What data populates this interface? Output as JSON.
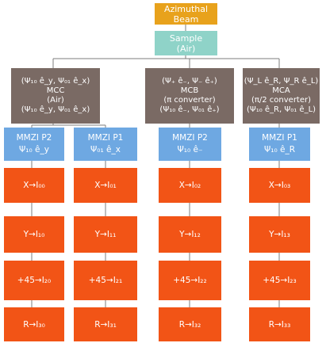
{
  "top": {
    "line1": "Azimuthal",
    "line2": "Beam"
  },
  "sample": {
    "line1": "Sample",
    "line2": "(Air)"
  },
  "converters": [
    {
      "lines": [
        "(Ψ₁₀ ê_y, Ψ₀₁ ê_x)",
        "MCC",
        "(Air)",
        "(Ψ₁₀ ê_y, Ψ₀₁ ê_x)"
      ]
    },
    {
      "lines": [
        "(Ψ₊ ê₋, Ψ₋ ê₊)",
        "MCB",
        "(π converter)",
        "(Ψ₁₀ ê₋, Ψ₀₁ ê₊)"
      ]
    },
    {
      "lines": [
        "(Ψ_L ê_R, Ψ_R ê_L)",
        "MCA",
        "(π/2 converter)",
        "(Ψ₁₀ ê_R, Ψ₀₁ ê_L)"
      ]
    }
  ],
  "mmzi": [
    {
      "title": "MMZI P2",
      "state": "Ψ₁₀ ê_y"
    },
    {
      "title": "MMZI P1",
      "state": "Ψ₀₁ ê_x"
    },
    {
      "title": "MMZI P2",
      "state": "Ψ₁₀ ê₋"
    },
    {
      "title": "MMZI P1",
      "state": "Ψ₁₀ ê_R"
    }
  ],
  "measurements": [
    [
      "X→I₀₀",
      "Y→I₁₀",
      "+45→I₂₀",
      "R→I₃₀"
    ],
    [
      "X→I₀₁",
      "Y→I₁₁",
      "+45→I₂₁",
      "R→I₃₁"
    ],
    [
      "X→I₀₂",
      "Y→I₁₂",
      "+45→I₂₂",
      "R→I₃₂"
    ],
    [
      "X→I₀₃",
      "Y→I₁₃",
      "+45→I₂₃",
      "R→I₃₃"
    ]
  ],
  "colors": {
    "top": "#e8a21c",
    "sample": "#8fd3c8",
    "converter": "#7a6a64",
    "mmzi": "#6ea8e2",
    "measurement": "#f25416",
    "connector": "#7c7c7c"
  }
}
